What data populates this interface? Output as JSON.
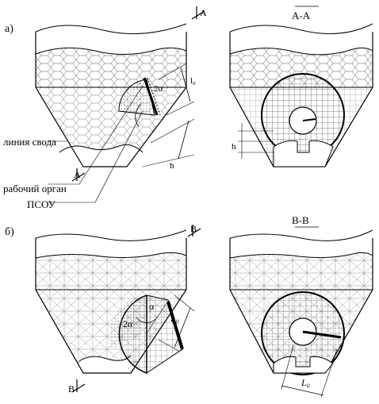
{
  "labels": {
    "part_a": "а)",
    "part_b": "б)",
    "section_aa": "А-А",
    "section_bb": "В-В",
    "arrow_a_top": "А",
    "arrow_a_bottom": "А",
    "arrow_b_top": "В",
    "arrow_b_bottom": "В",
    "arch_line": "линия свода",
    "working_body": "рабочий орган",
    "psou": "ПСОУ",
    "h_a_left": "h",
    "h_a_right": "h",
    "l0_a": "l₀",
    "l0_b_left": "L₀",
    "l0_b_right": "L₀",
    "angle_a": "2α",
    "angle_b": "2α",
    "alpha_b": "α"
  }
}
